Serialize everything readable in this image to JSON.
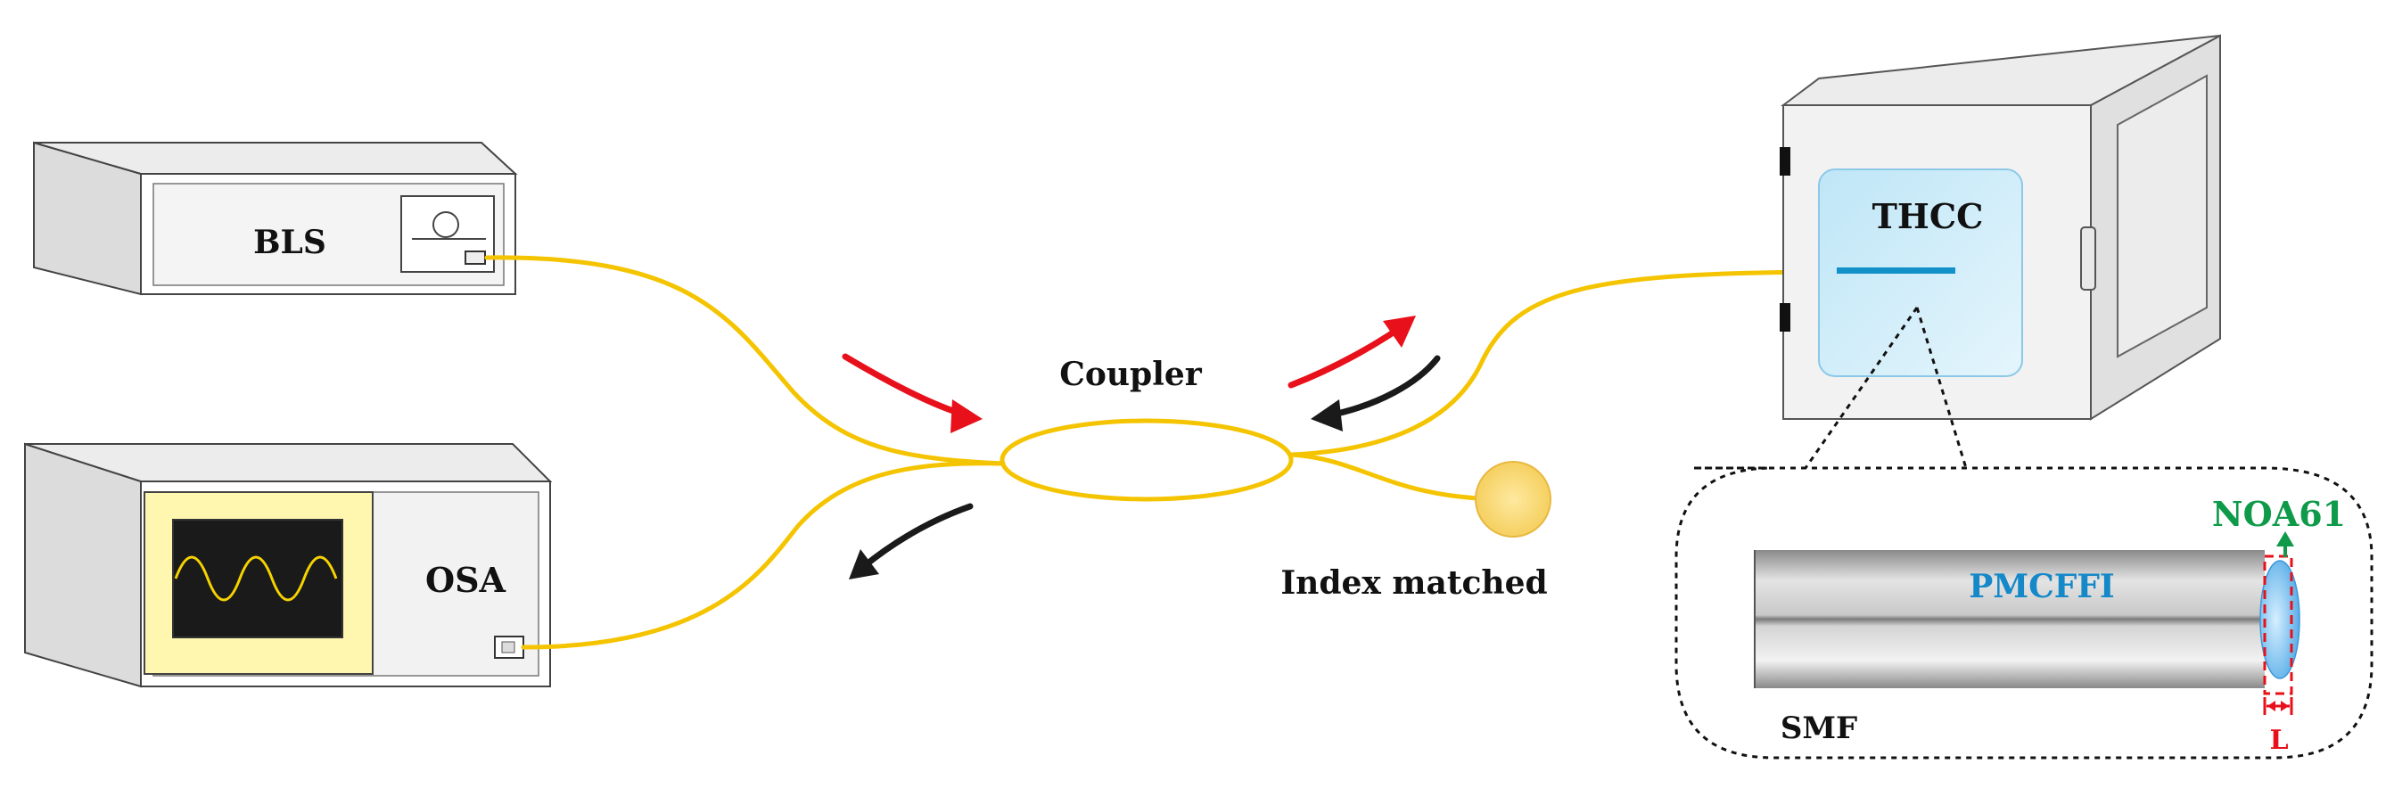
{
  "labels": {
    "bls": "BLS",
    "osa": "OSA",
    "coupler": "Coupler",
    "index_matched": "Index matched",
    "thcc": "THCC",
    "noa61": "NOA61",
    "pmcffi": "PMCFFI",
    "smf": "SMF",
    "length": "L"
  },
  "colors": {
    "fiber": "#f5c400",
    "forward_arrow": "#e8101a",
    "return_arrow": "#1a1a1a",
    "noa61_label": "#0f9a4a",
    "pmcffi_label": "#1488c8",
    "probe": "#1290c8",
    "length_marker": "#e8101a"
  }
}
